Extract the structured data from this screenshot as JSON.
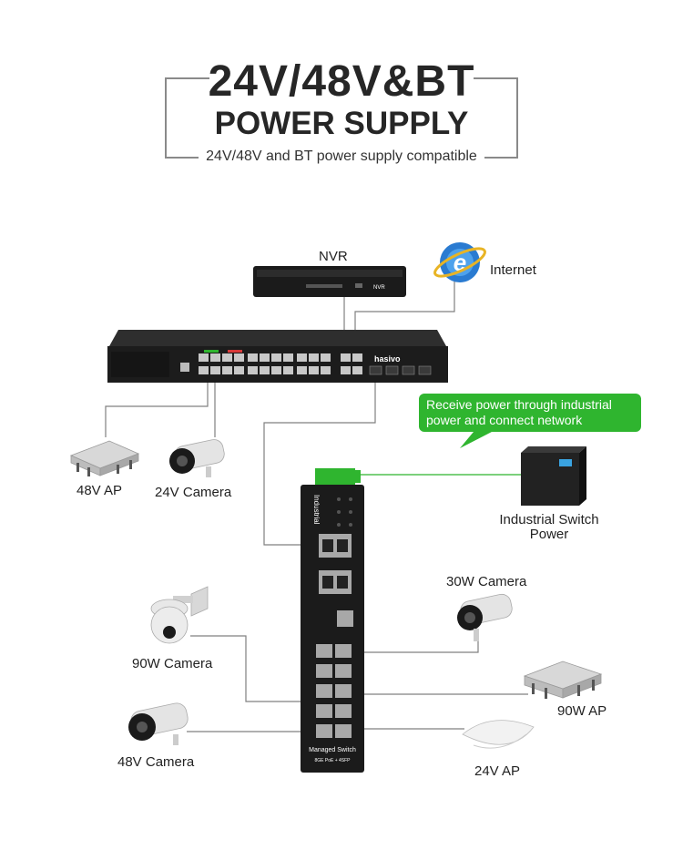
{
  "header": {
    "title_line1": "24V/48V&BT",
    "title_line2": "POWER SUPPLY",
    "subtitle": "24V/48V and BT power supply compatible"
  },
  "devices": {
    "nvr_label": "NVR",
    "nvr_front_text": "NVR",
    "internet_label": "Internet",
    "switch_brand": "hasivo",
    "industrial_side_text": "Industrial",
    "managed_switch_text": "Managed Switch",
    "managed_switch_spec": "8GE PoE + 4SFP",
    "ap_48v": "48V AP",
    "camera_24v": "24V Camera",
    "industrial_power": [
      "Industrial Switch",
      "Power"
    ],
    "camera_30w": "30W Camera",
    "camera_90w": "90W Camera",
    "ap_90w": "90W AP",
    "camera_48v": "48V Camera",
    "ap_24v": "24V AP"
  },
  "callout": {
    "text": "Receive power  through industrial power and connect network",
    "color": "#2fb52f"
  },
  "colors": {
    "title": "#262626",
    "frame": "#8a8a8a",
    "device_dark": "#1b1b1b",
    "line": "#808080"
  }
}
